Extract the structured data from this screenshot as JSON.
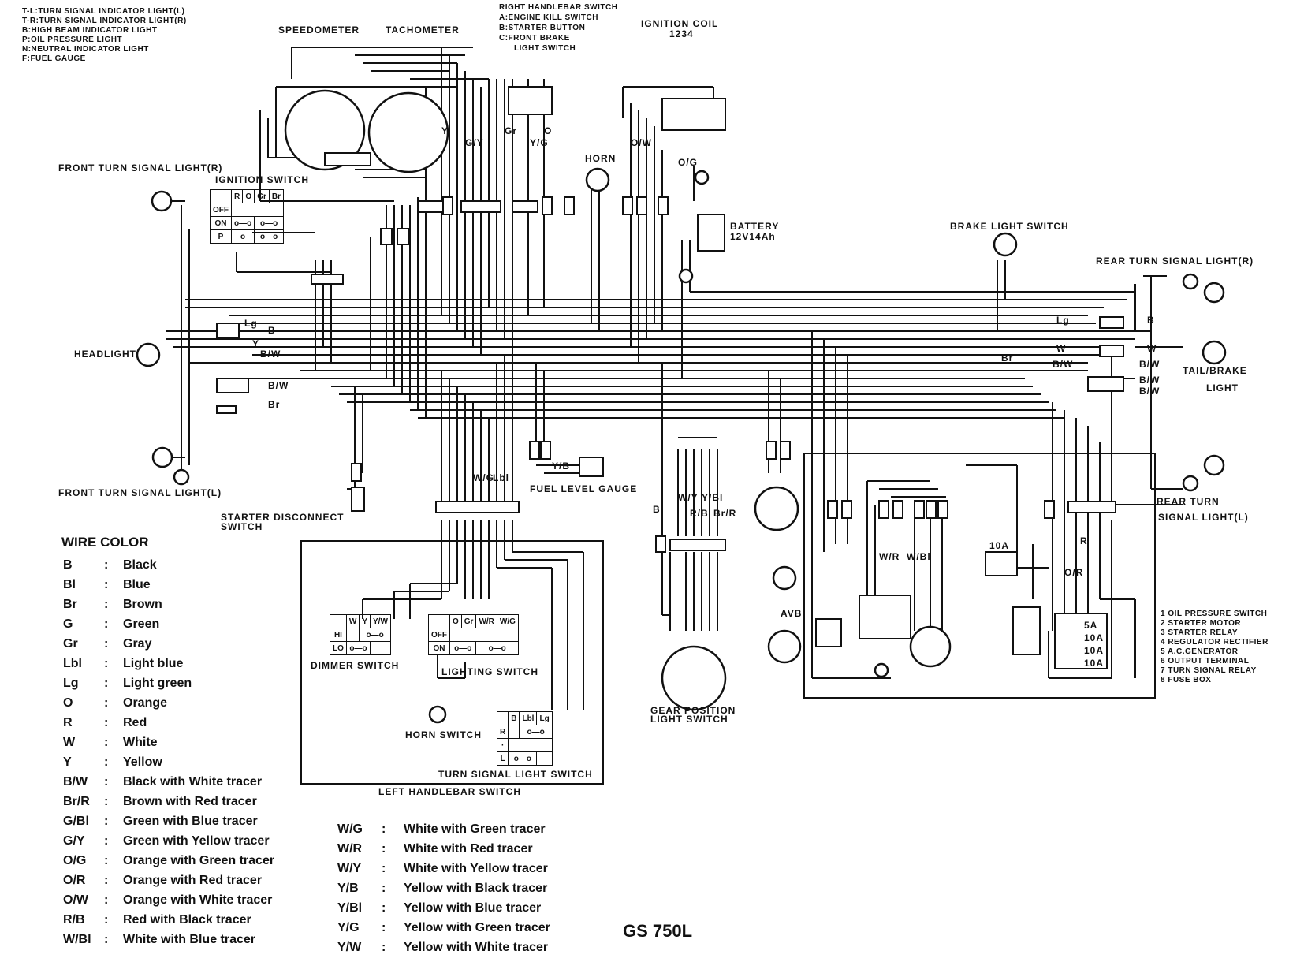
{
  "indicator_legend": [
    "T-L:TURN SIGNAL INDICATOR LIGHT(L)",
    "T-R:TURN SIGNAL INDICATOR LIGHT(R)",
    "B:HIGH BEAM INDICATOR LIGHT",
    "P:OIL PRESSURE LIGHT",
    "N:NEUTRAL INDICATOR LIGHT",
    "F:FUEL GAUGE"
  ],
  "handlebar_right": [
    "RIGHT HANDLEBAR SWITCH",
    "A:ENGINE KILL SWITCH",
    "B:STARTER BUTTON",
    "C:FRONT BRAKE",
    "LIGHT SWITCH"
  ],
  "labels": {
    "speedometer": "SPEEDOMETER",
    "tachometer": "TACHOMETER",
    "ignition_coil": "IGNITION COIL",
    "ignition_coil_pins": "1234",
    "front_turn_r": "FRONT TURN SIGNAL LIGHT(R)",
    "front_turn_l": "FRONT TURN SIGNAL LIGHT(L)",
    "ignition_switch": "IGNITION SWITCH",
    "headlight": "HEADLIGHT",
    "horn": "HORN",
    "battery": "BATTERY",
    "battery_spec": "12V14Ah",
    "brake_light_switch": "BRAKE LIGHT SWITCH",
    "rear_turn_r": "REAR TURN SIGNAL LIGHT(R)",
    "tail_brake": "TAIL/BRAKE",
    "light": "LIGHT",
    "rear_turn_l_1": "REAR TURN",
    "rear_turn_l_2": "SIGNAL LIGHT(L)",
    "starter_disconnect_1": "STARTER DISCONNECT",
    "starter_disconnect_2": "SWITCH",
    "fuel_level_gauge": "FUEL LEVEL GAUGE",
    "dimmer_switch": "DIMMER SWITCH",
    "lighting_switch": "LIGHTING SWITCH",
    "horn_switch": "HORN SWITCH",
    "turn_signal_light_switch": "TURN SIGNAL LIGHT SWITCH",
    "left_handlebar_switch": "LEFT HANDLEBAR SWITCH",
    "gear_position_1": "GEAR POSITION",
    "gear_position_2": "LIGHT SWITCH",
    "wire_color_title": "WIRE COLOR",
    "model": "GS 750L",
    "fuse_5a": "5A",
    "fuse_10a_1": "10A",
    "fuse_10a_2": "10A",
    "fuse_10a_3": "10A",
    "fuse_10a_relay": "10A",
    "avb": "AVB"
  },
  "ignition_switch_table": {
    "header": [
      "",
      "R",
      "O",
      "Gr",
      "Br"
    ],
    "rows": [
      "OFF",
      "ON",
      "P"
    ]
  },
  "dimmer_table": {
    "header": [
      "",
      "W",
      "Y",
      "Y/W"
    ],
    "rows": [
      "HI",
      "LO"
    ]
  },
  "lighting_table": {
    "header": [
      "",
      "O",
      "Gr",
      "W/R",
      "W/G"
    ],
    "rows": [
      "OFF",
      "ON"
    ]
  },
  "turn_table": {
    "header": [
      "",
      "B",
      "Lbl",
      "Lg"
    ],
    "rows": [
      "R",
      "·",
      "L"
    ]
  },
  "components": [
    "1 OIL PRESSURE SWITCH",
    "2 STARTER MOTOR",
    "3 STARTER RELAY",
    "4 REGULATOR RECTIFIER",
    "5 A.C.GENERATOR",
    "6 OUTPUT TERMINAL",
    "7 TURN SIGNAL RELAY",
    "8 FUSE BOX"
  ],
  "wire_colors_left": [
    {
      "code": "B",
      "name": "Black"
    },
    {
      "code": "Bl",
      "name": "Blue"
    },
    {
      "code": "Br",
      "name": "Brown"
    },
    {
      "code": "G",
      "name": "Green"
    },
    {
      "code": "Gr",
      "name": "Gray"
    },
    {
      "code": "Lbl",
      "name": "Light blue"
    },
    {
      "code": "Lg",
      "name": "Light green"
    },
    {
      "code": "O",
      "name": "Orange"
    },
    {
      "code": "R",
      "name": "Red"
    },
    {
      "code": "W",
      "name": "White"
    },
    {
      "code": "Y",
      "name": "Yellow"
    },
    {
      "code": "B/W",
      "name": "Black with White tracer"
    },
    {
      "code": "Br/R",
      "name": "Brown with Red tracer"
    },
    {
      "code": "G/Bl",
      "name": "Green with Blue tracer"
    },
    {
      "code": "G/Y",
      "name": "Green with Yellow tracer"
    },
    {
      "code": "O/G",
      "name": "Orange with Green tracer"
    },
    {
      "code": "O/R",
      "name": "Orange with Red tracer"
    },
    {
      "code": "O/W",
      "name": "Orange with White tracer"
    },
    {
      "code": "R/B",
      "name": "Red with Black tracer"
    },
    {
      "code": "W/Bl",
      "name": "White with Blue tracer"
    }
  ],
  "wire_colors_right": [
    {
      "code": "W/G",
      "name": "White with Green tracer"
    },
    {
      "code": "W/R",
      "name": "White with Red tracer"
    },
    {
      "code": "W/Y",
      "name": "White with Yellow tracer"
    },
    {
      "code": "Y/B",
      "name": "Yellow with Black tracer"
    },
    {
      "code": "Y/Bl",
      "name": "Yellow with Blue tracer"
    },
    {
      "code": "Y/G",
      "name": "Yellow with Green tracer"
    },
    {
      "code": "Y/W",
      "name": "Yellow with White tracer"
    }
  ],
  "wire_tags": {
    "lg": "Lg",
    "b": "B",
    "y": "Y",
    "bw": "B/W",
    "br": "Br",
    "w": "W",
    "r": "R",
    "o": "O",
    "og": "O/G",
    "ow": "O/W",
    "yg": "Y/G",
    "gy": "G/Y",
    "gr": "Gr",
    "wr": "W/R",
    "wbl": "W/Bl",
    "or": "O/R",
    "wg": "W/G",
    "lbl": "Lbl",
    "wy": "W/Y",
    "rb": "R/B",
    "ybl": "Y/Bl",
    "brr": "Br/R",
    "yb": "Y/B",
    "bl": "Bl"
  }
}
